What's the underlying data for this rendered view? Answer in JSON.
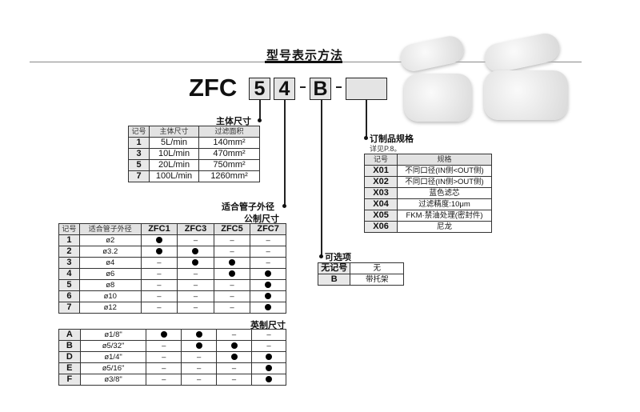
{
  "title": "型号表示方法",
  "model": {
    "prefix": "ZFC",
    "body_size": "5",
    "tube": "4",
    "dash": "-",
    "option": "B"
  },
  "body_size": {
    "label": "主体尺寸",
    "headers": [
      "记号",
      "主体尺寸",
      "过滤面积"
    ],
    "rows": [
      [
        "1",
        "5L/min",
        "140mm²"
      ],
      [
        "3",
        "10L/min",
        "470mm²"
      ],
      [
        "5",
        "20L/min",
        "750mm²"
      ],
      [
        "7",
        "100L/min",
        "1260mm²"
      ]
    ]
  },
  "tube": {
    "label": "适合管子外径",
    "metric_label": "公制尺寸",
    "inch_label": "英制尺寸",
    "headers": [
      "记号",
      "适合管子外径",
      "ZFC1",
      "ZFC3",
      "ZFC5",
      "ZFC7"
    ],
    "metric_rows": [
      [
        "1",
        "ø2",
        "●",
        "–",
        "–",
        "–"
      ],
      [
        "2",
        "ø3.2",
        "●",
        "●",
        "–",
        "–"
      ],
      [
        "3",
        "ø4",
        "–",
        "●",
        "●",
        "–"
      ],
      [
        "4",
        "ø6",
        "–",
        "–",
        "●",
        "●"
      ],
      [
        "5",
        "ø8",
        "–",
        "–",
        "–",
        "●"
      ],
      [
        "6",
        "ø10",
        "–",
        "–",
        "–",
        "●"
      ],
      [
        "7",
        "ø12",
        "–",
        "–",
        "–",
        "●"
      ]
    ],
    "inch_rows": [
      [
        "A",
        "ø1/8\"",
        "●",
        "●",
        "–",
        "–"
      ],
      [
        "B",
        "ø5/32\"",
        "–",
        "●",
        "●",
        "–"
      ],
      [
        "D",
        "ø1/4\"",
        "–",
        "–",
        "●",
        "●"
      ],
      [
        "E",
        "ø5/16\"",
        "–",
        "–",
        "–",
        "●"
      ],
      [
        "F",
        "ø3/8\"",
        "–",
        "–",
        "–",
        "●"
      ]
    ]
  },
  "option": {
    "label": "可选项",
    "rows": [
      [
        "无记号",
        "无"
      ],
      [
        "B",
        "带托架"
      ]
    ]
  },
  "custom": {
    "label": "订制品规格",
    "note": "详见P.8。",
    "headers": [
      "记号",
      "规格"
    ],
    "rows": [
      [
        "X01",
        "不同口径(IN侧<OUT侧)"
      ],
      [
        "X02",
        "不同口径(IN侧>OUT侧)"
      ],
      [
        "X03",
        "蓝色滤芯"
      ],
      [
        "X04",
        "过滤精度:10μm"
      ],
      [
        "X05",
        "FKM·禁油处理(密封件)"
      ],
      [
        "X06",
        "尼龙"
      ]
    ]
  }
}
